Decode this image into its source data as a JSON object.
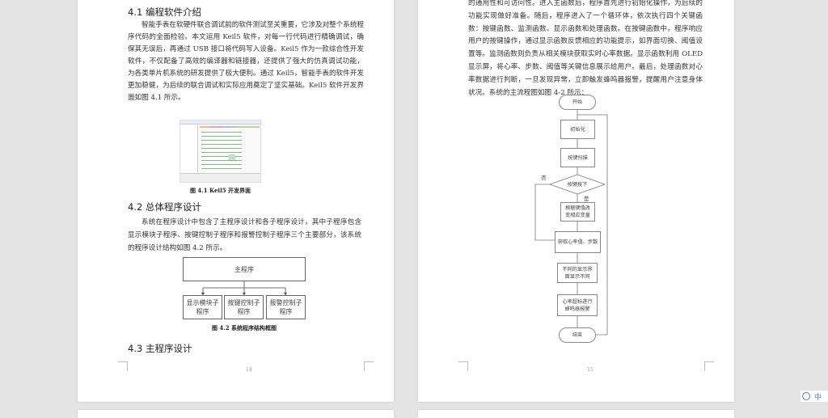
{
  "page14": {
    "h41": "4.1 编程软件介绍",
    "p41": "智能手表在软硬件联合调试前的软件测试至关重要，它涉及对整个系统程序代码的全面检验。本文运用 Keil5 软件，对每一行代码进行精确调试，确保其无误后，再通过 USB 接口将代码写入设备。Keil5 作为一款综合性开发软件，不仅配备了高效的编译器和链接器，还提供了强大的仿真调试功能，为各类单片机系统的研发提供了极大便利。通过 Keil5，智能手表的软件开发更加稳健，为后续的联合调试和实际应用奠定了坚实基础。Keil5 软件开发界面如图 4.1 所示。",
    "fig41_caption": "图 4.1 Keil5 开发界面",
    "h42": "4.2 总体程序设计",
    "p42": "系统在程序设计中包含了主程序设计和各子程序设计，其中子程序包含显示模块子程序、按键控制子程序和报警控制子程序三个主要部分，该系统的程序设计结构如图 4.2 所示。",
    "diagram": {
      "main": "主程序",
      "subs": [
        "显示模块子程序",
        "按键控制子程序",
        "报警控制子程序"
      ]
    },
    "fig42_caption": "图 4.2 系统程序结构框图",
    "h43": "4.3 主程序设计",
    "page_number": "14"
  },
  "page15": {
    "para": "的通用性和可访问性。进入主函数后，程序首先进行初始化操作，为后续的功能实现做好准备。随后，程序进入了一个循环体，依次执行四个关键函数：按键函数、监测函数、显示函数和处理函数。在按键函数中，程序响应用户的按键操作，通过显示函数反馈相应的功能提示，如界面切换、阈值设置等。监测函数则负责从相关模块获取实时心率数据。显示函数利用 OLED 显示屏，将心率、步数、阈值等关键信息展示给用户。最后，处理函数对心率数据进行判断，一旦发现异常，立即触发蜂鸣器报警，提醒用户注意身体状况。系统的主流程图如图 4-2 所示：",
    "flow": {
      "start": "开始",
      "init": "初始化",
      "scan": "按键扫描",
      "decision": "按键按下",
      "no": "否",
      "yes": "是",
      "change": "根据键值改变相应变量",
      "get": "获取心率值、步数",
      "display": "不同的显示界面显示不同",
      "alarm": "心率超标进行蜂鸣器报警",
      "end": "结束"
    },
    "page_number": "15"
  },
  "tray": {
    "ime_icon": "ime-icon",
    "lang": "中"
  }
}
